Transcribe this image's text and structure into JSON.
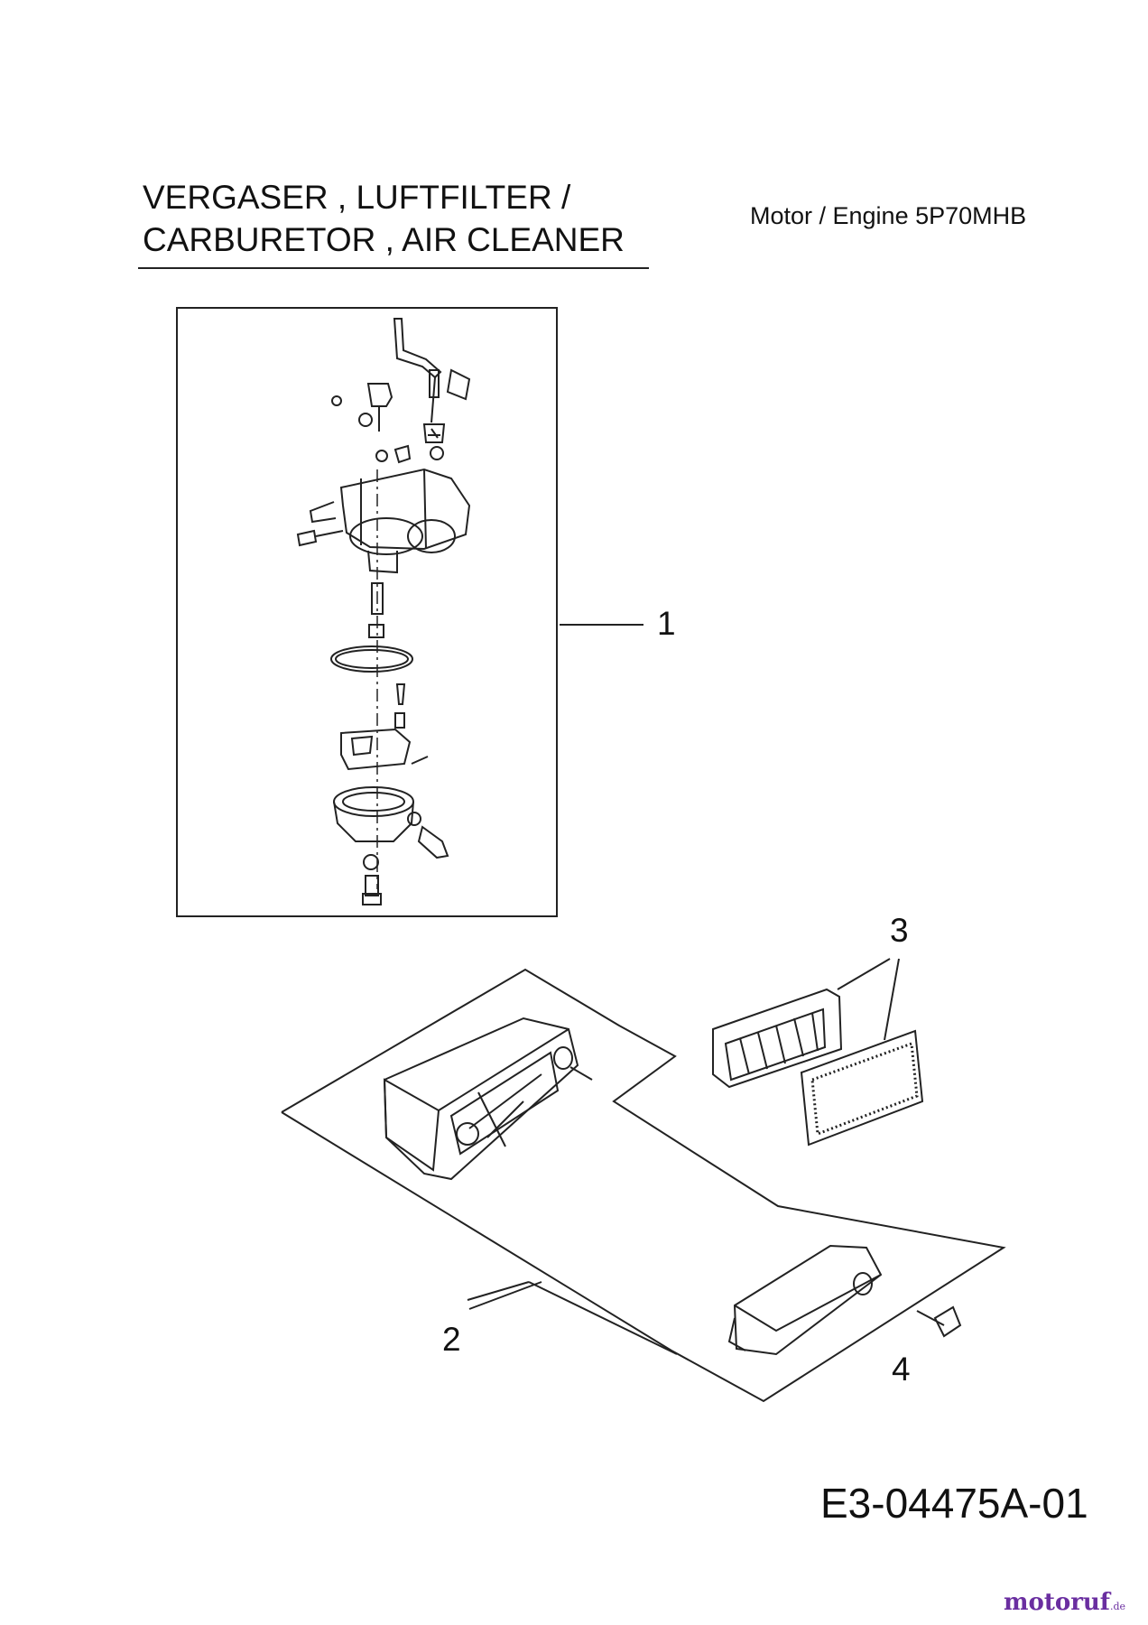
{
  "title": {
    "line1": "VERGASER , LUFTFILTER /",
    "line2": "CARBURETOR , AIR CLEANER"
  },
  "engine_label": "Motor / Engine 5P70MHB",
  "drawing_code": "E3-04475A-01",
  "callouts": {
    "carburetor": "1",
    "air_cleaner_assembly": "2",
    "filter_element": "3",
    "cover_knob": "4"
  },
  "footer": {
    "brand_main": "motoruf",
    "brand_suffix": ".de"
  },
  "colors": {
    "line": "#222222",
    "brand_purple": "#6a2ea0",
    "brand_orange": "#d97700"
  }
}
